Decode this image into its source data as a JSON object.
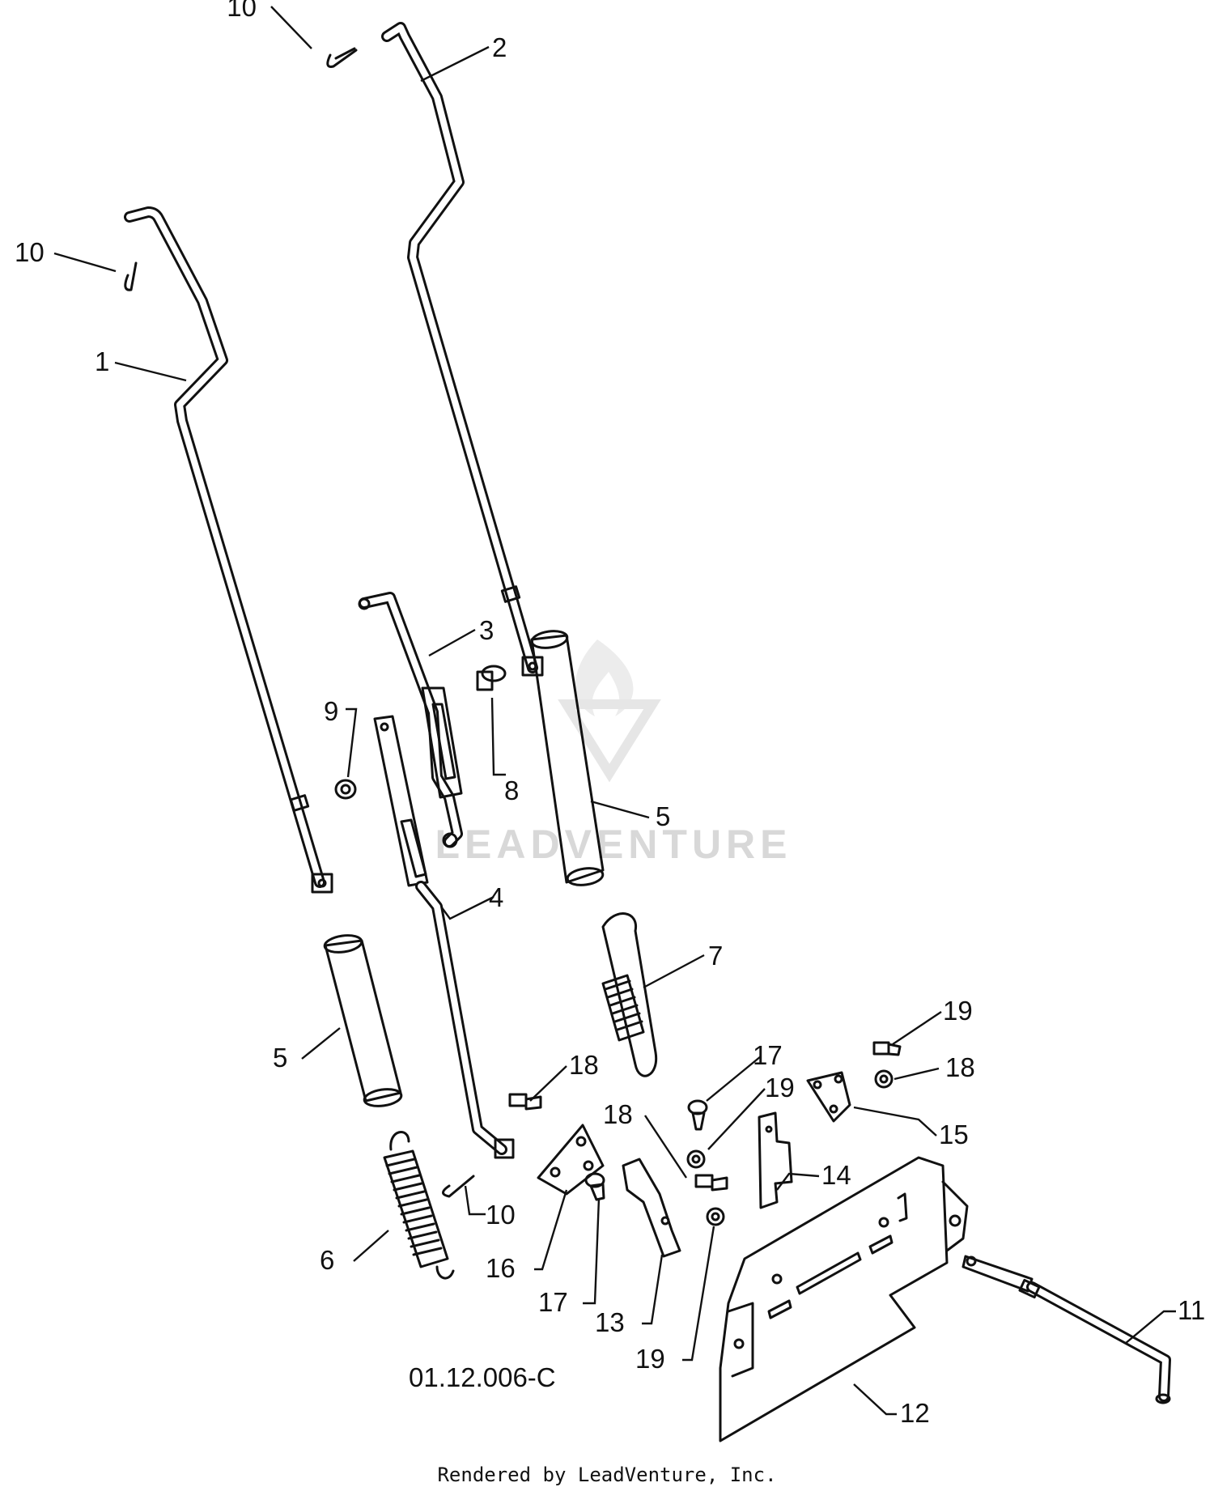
{
  "diagram": {
    "document_number": "01.12.006-C",
    "credit": "Rendered by LeadVenture, Inc.",
    "watermark": "LEADVENTURE",
    "callouts": [
      {
        "id": "c10a",
        "label": "10"
      },
      {
        "id": "c2",
        "label": "2"
      },
      {
        "id": "c10b",
        "label": "10"
      },
      {
        "id": "c1",
        "label": "1"
      },
      {
        "id": "c3",
        "label": "3"
      },
      {
        "id": "c9",
        "label": "9"
      },
      {
        "id": "c8",
        "label": "8"
      },
      {
        "id": "c5a",
        "label": "5"
      },
      {
        "id": "c4",
        "label": "4"
      },
      {
        "id": "c7",
        "label": "7"
      },
      {
        "id": "c5b",
        "label": "5"
      },
      {
        "id": "c18a",
        "label": "18"
      },
      {
        "id": "c17a",
        "label": "17"
      },
      {
        "id": "c19a",
        "label": "19"
      },
      {
        "id": "c18b",
        "label": "18"
      },
      {
        "id": "c19b",
        "label": "19"
      },
      {
        "id": "c18c",
        "label": "18"
      },
      {
        "id": "c15",
        "label": "15"
      },
      {
        "id": "c14",
        "label": "14"
      },
      {
        "id": "c10c",
        "label": "10"
      },
      {
        "id": "c6",
        "label": "6"
      },
      {
        "id": "c16",
        "label": "16"
      },
      {
        "id": "c17b",
        "label": "17"
      },
      {
        "id": "c13",
        "label": "13"
      },
      {
        "id": "c19c",
        "label": "19"
      },
      {
        "id": "c11",
        "label": "11"
      },
      {
        "id": "c12",
        "label": "12"
      }
    ]
  }
}
